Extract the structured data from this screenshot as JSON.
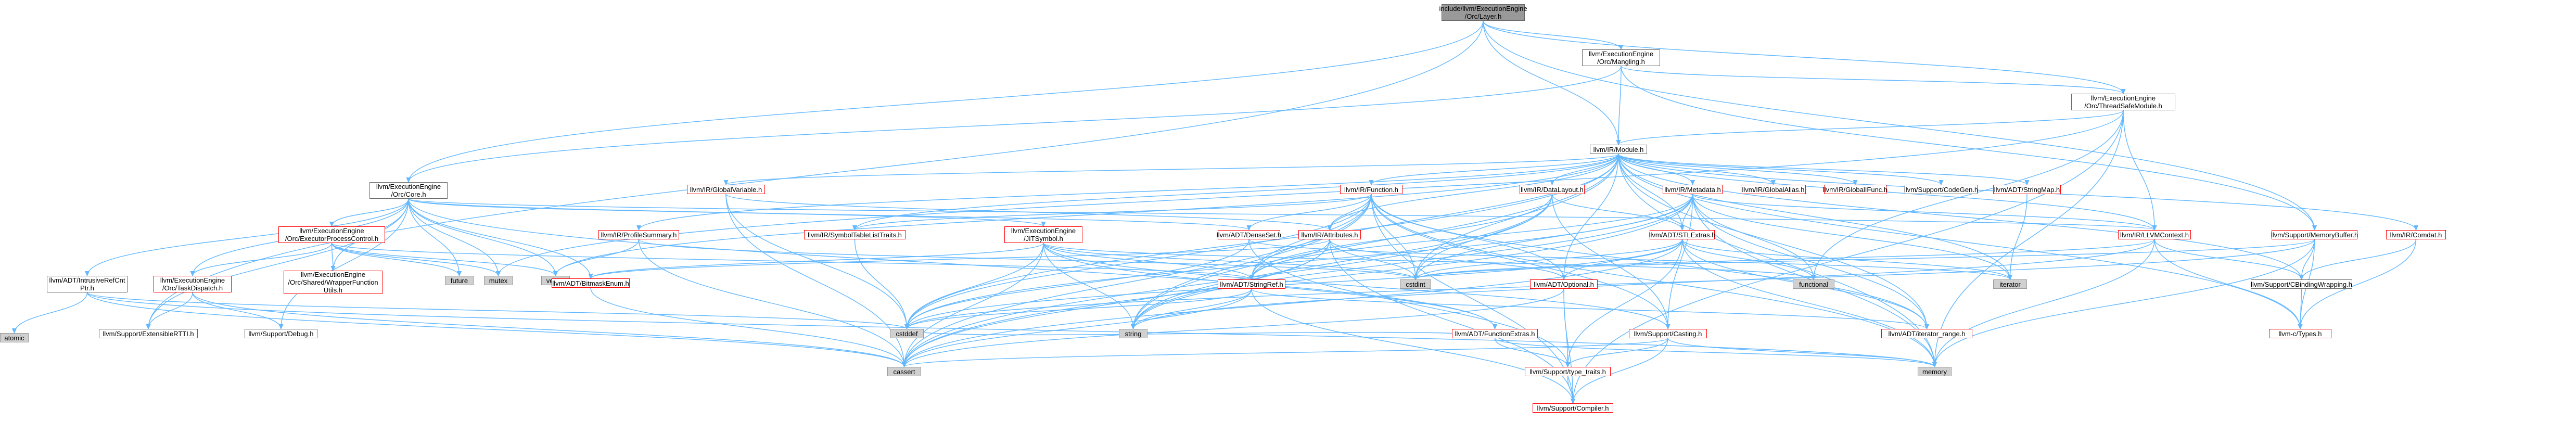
{
  "nodes": {
    "orc_layer_h": {
      "label": "include/llvm/ExecutionEngine\n/Orc/Layer.h",
      "style": "root"
    },
    "orc_mangling_h": {
      "label": "llvm/ExecutionEngine\n/Orc/Mangling.h",
      "style": "normal"
    },
    "orc_threadsafemodule_h": {
      "label": "llvm/ExecutionEngine\n/Orc/ThreadSafeModule.h",
      "style": "normal"
    },
    "ir_module_h": {
      "label": "llvm/IR/Module.h",
      "style": "normal"
    },
    "orc_core_h": {
      "label": "llvm/ExecutionEngine\n/Orc/Core.h",
      "style": "normal"
    },
    "ir_globalvariable_h": {
      "label": "llvm/IR/GlobalVariable.h",
      "style": "red"
    },
    "ir_function_h": {
      "label": "llvm/IR/Function.h",
      "style": "red"
    },
    "ir_datalayout_h": {
      "label": "llvm/IR/DataLayout.h",
      "style": "red"
    },
    "ir_metadata_h": {
      "label": "llvm/IR/Metadata.h",
      "style": "red"
    },
    "ir_globalalias_h": {
      "label": "llvm/IR/GlobalAlias.h",
      "style": "red"
    },
    "ir_globalifunc_h": {
      "label": "llvm/IR/GlobalIFunc.h",
      "style": "red"
    },
    "support_codegen_h": {
      "label": "llvm/Support/CodeGen.h",
      "style": "normal"
    },
    "adt_stringmap_h": {
      "label": "llvm/ADT/StringMap.h",
      "style": "red"
    },
    "ir_comdat_h": {
      "label": "llvm/IR/Comdat.h",
      "style": "red"
    },
    "support_memorybuffer_h": {
      "label": "llvm/Support/MemoryBuffer.h",
      "style": "red"
    },
    "ir_llvmcontext_h": {
      "label": "llvm/IR/LLVMContext.h",
      "style": "red"
    },
    "ir_profilesummary_h": {
      "label": "llvm/IR/ProfileSummary.h",
      "style": "red"
    },
    "ir_symboltablelisttraits_h": {
      "label": "llvm/IR/SymbolTableListTraits.h",
      "style": "red"
    },
    "adt_denseset_h": {
      "label": "llvm/ADT/DenseSet.h",
      "style": "red"
    },
    "ir_attributes_h": {
      "label": "llvm/IR/Attributes.h",
      "style": "red"
    },
    "adt_stlextras_h": {
      "label": "llvm/ADT/STLExtras.h",
      "style": "red"
    },
    "orc_executorprocesscontrol_h": {
      "label": "llvm/ExecutionEngine\n/Orc/ExecutorProcessControl.h",
      "style": "red"
    },
    "orc_jitsymbol_h": {
      "label": "llvm/ExecutionEngine\n/JITSymbol.h",
      "style": "red"
    },
    "orc_tasksdispatch_h": {
      "label": "llvm/ExecutionEngine\n/Orc/TaskDispatch.h",
      "style": "red"
    },
    "orc_wrapperfunctionutils_h": {
      "label": "llvm/ExecutionEngine\n/Orc/Shared/WrapperFunction\nUtils.h",
      "style": "red"
    },
    "future": {
      "label": "future",
      "style": "gray"
    },
    "mutex": {
      "label": "mutex",
      "style": "gray"
    },
    "vector": {
      "label": "vector",
      "style": "gray"
    },
    "intrusiverefcntptr_h": {
      "label": "llvm/ADT/IntrusiveRefCnt\nPtr.h",
      "style": "normal"
    },
    "atomic": {
      "label": "atomic",
      "style": "gray"
    },
    "support_extensiblertti_h": {
      "label": "llvm/Support/ExtensibleRTTI.h",
      "style": "normal"
    },
    "support_debug_h": {
      "label": "llvm/Support/Debug.h",
      "style": "normal"
    },
    "adt_bitmaskenum_h": {
      "label": "llvm/ADT/BitmaskEnum.h",
      "style": "red"
    },
    "adt_stringref_h": {
      "label": "llvm/ADT/StringRef.h",
      "style": "red"
    },
    "adt_optional_h": {
      "label": "llvm/ADT/Optional.h",
      "style": "red"
    },
    "adt_functionextras_h": {
      "label": "llvm/ADT/FunctionExtras.h",
      "style": "red"
    },
    "support_casting_h": {
      "label": "llvm/Support/Casting.h",
      "style": "red"
    },
    "support_typetraits_h": {
      "label": "llvm/Support/type_traits.h",
      "style": "red"
    },
    "support_compiler_h": {
      "label": "llvm/Support/Compiler.h",
      "style": "red"
    },
    "cstddef": {
      "label": "cstddef",
      "style": "gray"
    },
    "string": {
      "label": "string",
      "style": "gray"
    },
    "cassert": {
      "label": "cassert",
      "style": "gray"
    },
    "cstdint": {
      "label": "cstdint",
      "style": "gray"
    },
    "functional": {
      "label": "functional",
      "style": "gray"
    },
    "iterator": {
      "label": "iterator",
      "style": "gray"
    },
    "adt_iterator_range_h": {
      "label": "llvm/ADT/iterator_range.h",
      "style": "red"
    },
    "memory": {
      "label": "memory",
      "style": "gray"
    },
    "support_cbindingwrapping_h": {
      "label": "llvm/Support/CBindingWrapping.h",
      "style": "normal"
    },
    "llvm_c_types_h": {
      "label": "llvm-c/Types.h",
      "style": "red"
    },
    "support_typelistmutex": {
      "label": "",
      "style": "normal"
    },
    "orc_tasks_pending": {
      "label": "",
      "style": "normal"
    }
  },
  "layout_note_hidden": ""
}
